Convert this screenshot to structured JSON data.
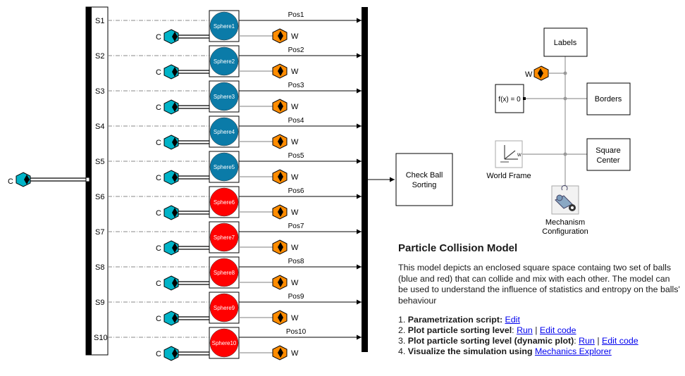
{
  "colors": {
    "blue_sphere": "#0b7ba8",
    "red_sphere": "#ff0000",
    "cyan_port": "#00b4c8",
    "orange_port": "#ff8c00",
    "line": "#000000",
    "dashed": "#888888",
    "gray_line": "#999999",
    "link": "#0000ee"
  },
  "mux": {
    "inputs": [
      "S1",
      "S2",
      "S3",
      "S4",
      "S5",
      "S6",
      "S7",
      "S8",
      "S9",
      "S10"
    ]
  },
  "main_connector": {
    "label": "C"
  },
  "rows": [
    {
      "signal": "S1",
      "sphere": "Sphere1",
      "pos": "Pos1",
      "c": "C",
      "w": "W",
      "color": "blue"
    },
    {
      "signal": "S2",
      "sphere": "Sphere2",
      "pos": "Pos2",
      "c": "C",
      "w": "W",
      "color": "blue"
    },
    {
      "signal": "S3",
      "sphere": "Sphere3",
      "pos": "Pos3",
      "c": "C",
      "w": "W",
      "color": "blue"
    },
    {
      "signal": "S4",
      "sphere": "Sphere4",
      "pos": "Pos4",
      "c": "C",
      "w": "W",
      "color": "blue"
    },
    {
      "signal": "S5",
      "sphere": "Sphere5",
      "pos": "Pos5",
      "c": "C",
      "w": "W",
      "color": "blue"
    },
    {
      "signal": "S6",
      "sphere": "Sphere6",
      "pos": "Pos6",
      "c": "C",
      "w": "W",
      "color": "red"
    },
    {
      "signal": "S7",
      "sphere": "Sphere7",
      "pos": "Pos7",
      "c": "C",
      "w": "W",
      "color": "red"
    },
    {
      "signal": "S8",
      "sphere": "Sphere8",
      "pos": "Pos8",
      "c": "C",
      "w": "W",
      "color": "red"
    },
    {
      "signal": "S9",
      "sphere": "Sphere9",
      "pos": "Pos9",
      "c": "C",
      "w": "W",
      "color": "red"
    },
    {
      "signal": "S10",
      "sphere": "Sphere10",
      "pos": "Pos10",
      "c": "C",
      "w": "W",
      "color": "red"
    }
  ],
  "check_block": {
    "line1": "Check Ball",
    "line2": "Sorting"
  },
  "env": {
    "labels": "Labels",
    "w_port": "W",
    "solver": "f(x) = 0",
    "borders": "Borders",
    "square_line1": "Square",
    "square_line2": "Center",
    "world_frame": "World Frame",
    "world_w": "W",
    "mech_line1": "Mechanism",
    "mech_line2": "Configuration"
  },
  "info": {
    "title": "Particle Collision Model",
    "description": "This model depicts an enclosed square space containg two set of balls (blue and red) that can collide and mix with each other. The model can be used to understand the influence of statistics and entropy on the balls' behaviour",
    "items": [
      {
        "num": "1.",
        "bold": "Parametrization script:",
        "plain": "",
        "links": [
          "Edit"
        ]
      },
      {
        "num": "2.",
        "bold": "Plot particle sorting level",
        "plain": ":",
        "links": [
          "Run",
          "Edit code"
        ]
      },
      {
        "num": "3.",
        "bold": "Plot particle sorting level (dynamic plot)",
        "plain": ":",
        "links": [
          "Run",
          "Edit code"
        ]
      },
      {
        "num": "4.",
        "bold": "Visualize the simulation using",
        "plain": "",
        "links": [
          "Mechanics Explorer"
        ]
      }
    ]
  }
}
